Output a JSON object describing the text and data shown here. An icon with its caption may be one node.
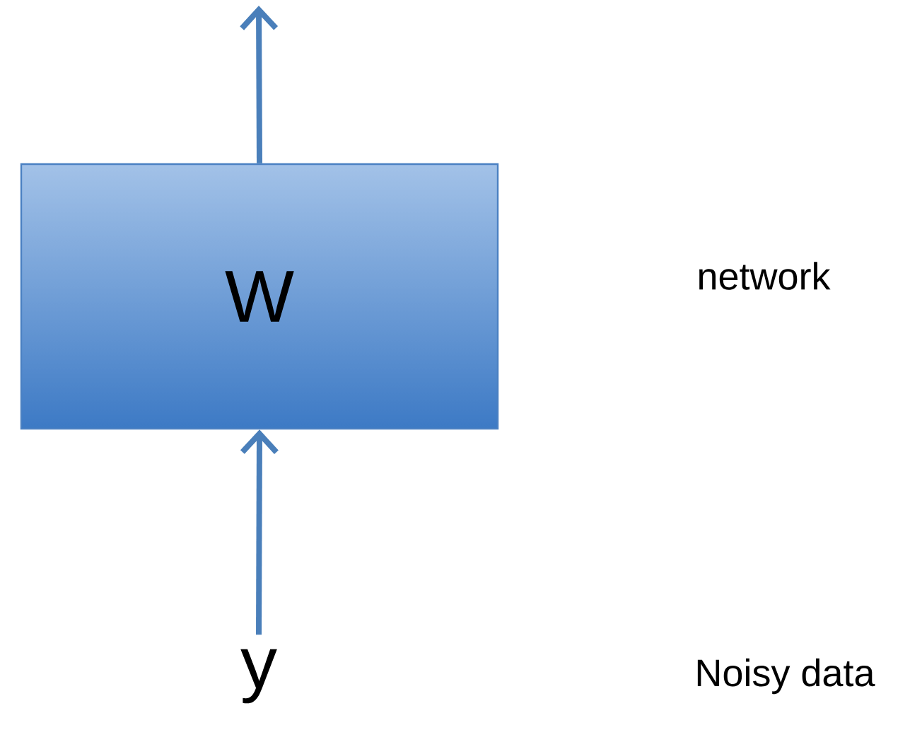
{
  "diagram": {
    "nodes": [
      {
        "text": [
          "$W$"
        ]
      },
      {
        "text": [
          "$y$"
        ]
      }
    ],
    "edges": [
      {
        "from": 1,
        "to": 0,
        "arrow": "to"
      },
      {
        "from": 0,
        "to": null,
        "arrow": "to"
      }
    ],
    "labels": [
      "network",
      "Noisy data"
    ]
  }
}
